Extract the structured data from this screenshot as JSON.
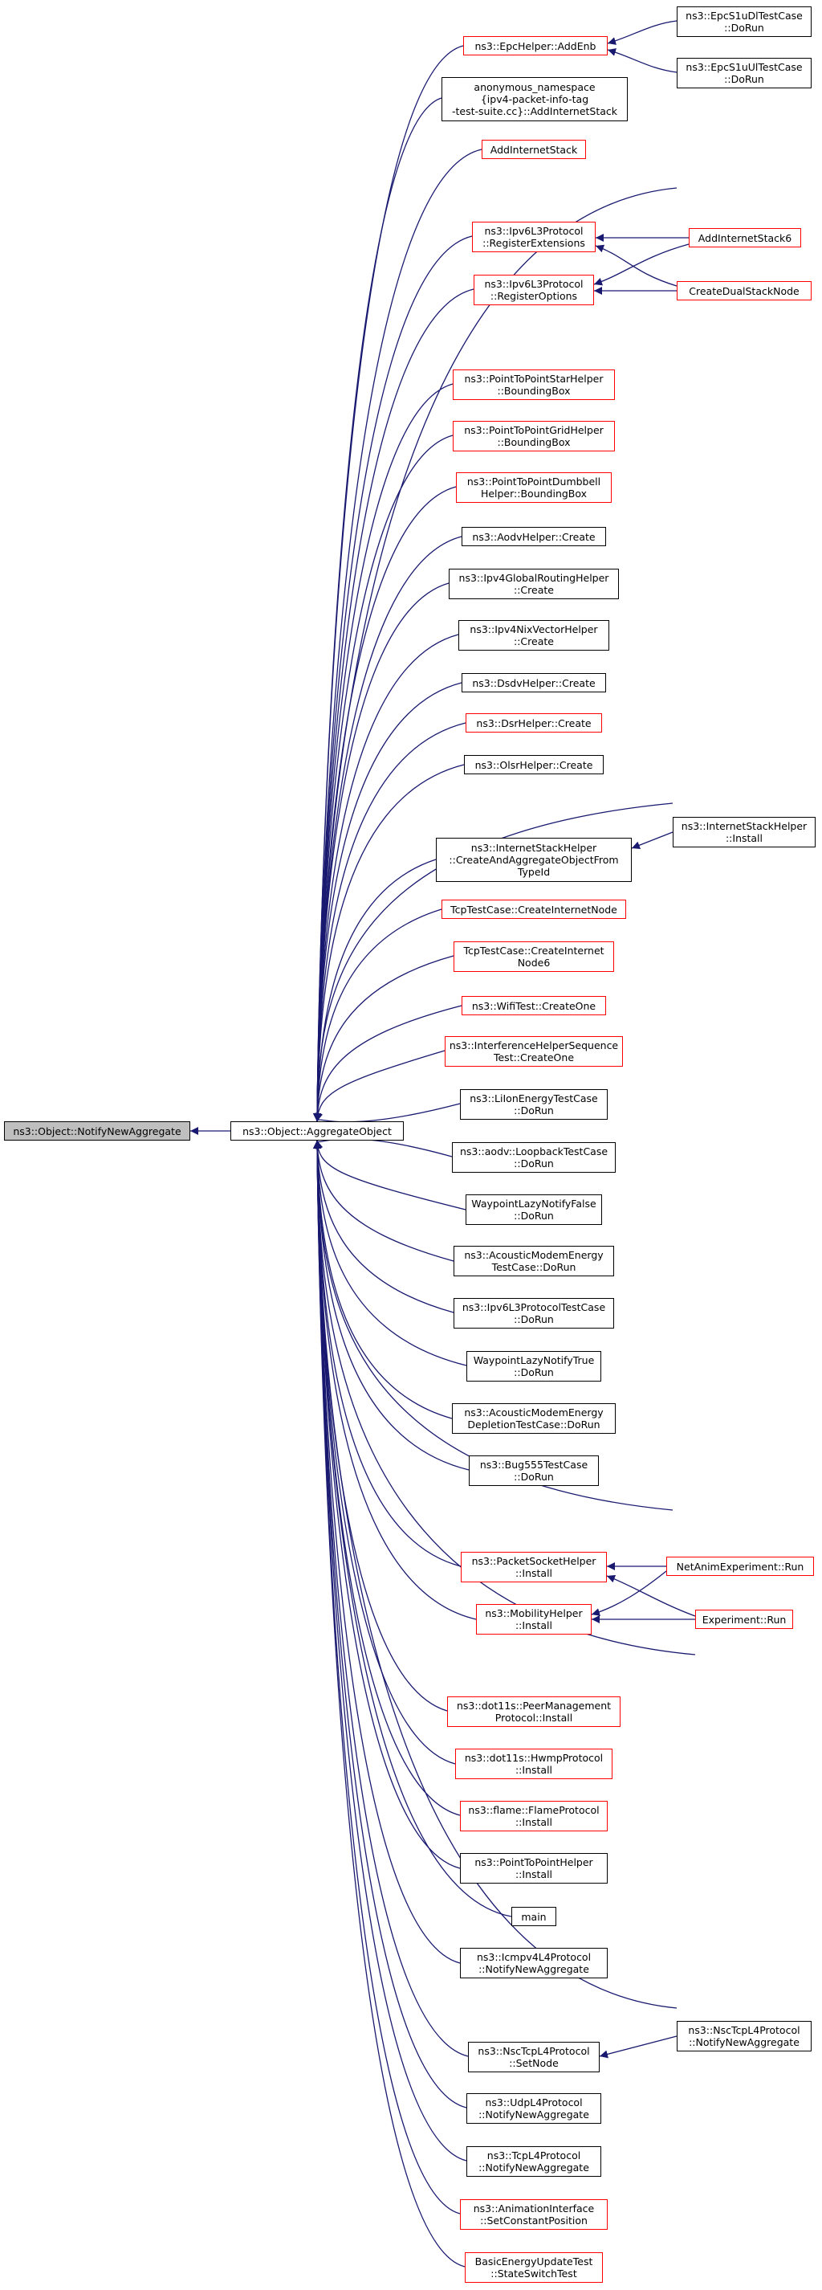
{
  "colors": {
    "edge": "#191970",
    "link_border": "#ff0000",
    "plain_border": "#000000",
    "focus_fill": "#bfbfbf"
  },
  "nodes": {
    "notify_new_aggregate": "ns3::Object::NotifyNewAggregate",
    "aggregate_object": "ns3::Object::AggregateObject",
    "epc_helper_addenb": "ns3::EpcHelper::AddEnb",
    "epc_s1u_dl_dorun": "ns3::EpcS1uDlTestCase\n::DoRun",
    "epc_s1u_ul_dorun": "ns3::EpcS1uUlTestCase\n::DoRun",
    "anon_add_internet_stack": "anonymous_namespace\n{ipv4-packet-info-tag\n-test-suite.cc}::AddInternetStack",
    "add_internet_stack": "AddInternetStack",
    "ipv6l3_register_extensions": "ns3::Ipv6L3Protocol\n::RegisterExtensions",
    "ipv6l3_register_options": "ns3::Ipv6L3Protocol\n::RegisterOptions",
    "add_internet_stack6": "AddInternetStack6",
    "create_dual_stack_node": "CreateDualStackNode",
    "p2p_star_bbox": "ns3::PointToPointStarHelper\n::BoundingBox",
    "p2p_grid_bbox": "ns3::PointToPointGridHelper\n::BoundingBox",
    "p2p_dumbbell_bbox": "ns3::PointToPointDumbbell\nHelper::BoundingBox",
    "aodv_helper_create": "ns3::AodvHelper::Create",
    "ipv4_global_routing_create": "ns3::Ipv4GlobalRoutingHelper\n::Create",
    "ipv4_nix_vector_create": "ns3::Ipv4NixVectorHelper\n::Create",
    "dsdv_helper_create": "ns3::DsdvHelper::Create",
    "dsr_helper_create": "ns3::DsrHelper::Create",
    "olsr_helper_create": "ns3::OlsrHelper::Create",
    "internet_stack_create_aggregate": "ns3::InternetStackHelper\n::CreateAndAggregateObjectFrom\nTypeId",
    "internet_stack_install": "ns3::InternetStackHelper\n::Install",
    "tcp_create_internet_node": "TcpTestCase::CreateInternetNode",
    "tcp_create_internet_node6": "TcpTestCase::CreateInternet\nNode6",
    "wifi_test_create_one": "ns3::WifiTest::CreateOne",
    "interference_create_one": "ns3::InterferenceHelperSequence\nTest::CreateOne",
    "liion_dorun": "ns3::LiIonEnergyTestCase\n::DoRun",
    "aodv_loopback_dorun": "ns3::aodv::LoopbackTestCase\n::DoRun",
    "waypoint_false_dorun": "WaypointLazyNotifyFalse\n::DoRun",
    "acoustic_energy_dorun": "ns3::AcousticModemEnergy\nTestCase::DoRun",
    "ipv6l3_test_dorun": "ns3::Ipv6L3ProtocolTestCase\n::DoRun",
    "waypoint_true_dorun": "WaypointLazyNotifyTrue\n::DoRun",
    "acoustic_depletion_dorun": "ns3::AcousticModemEnergy\nDepletionTestCase::DoRun",
    "bug555_dorun": "ns3::Bug555TestCase\n::DoRun",
    "packet_socket_install": "ns3::PacketSocketHelper\n::Install",
    "mobility_install": "ns3::MobilityHelper\n::Install",
    "netanim_run": "NetAnimExperiment::Run",
    "experiment_run": "Experiment::Run",
    "dot11s_peer_install": "ns3::dot11s::PeerManagement\nProtocol::Install",
    "dot11s_hwmp_install": "ns3::dot11s::HwmpProtocol\n::Install",
    "flame_install": "ns3::flame::FlameProtocol\n::Install",
    "p2p_helper_install": "ns3::PointToPointHelper\n::Install",
    "main": "main",
    "icmpv4_notify": "ns3::Icmpv4L4Protocol\n::NotifyNewAggregate",
    "nsc_tcp_set_node": "ns3::NscTcpL4Protocol\n::SetNode",
    "nsc_tcp_notify": "ns3::NscTcpL4Protocol\n::NotifyNewAggregate",
    "udp_notify": "ns3::UdpL4Protocol\n::NotifyNewAggregate",
    "tcp_notify": "ns3::TcpL4Protocol\n::NotifyNewAggregate",
    "animation_set_position": "ns3::AnimationInterface\n::SetConstantPosition",
    "basic_energy_state_switch": "BasicEnergyUpdateTest\n::StateSwitchTest"
  }
}
